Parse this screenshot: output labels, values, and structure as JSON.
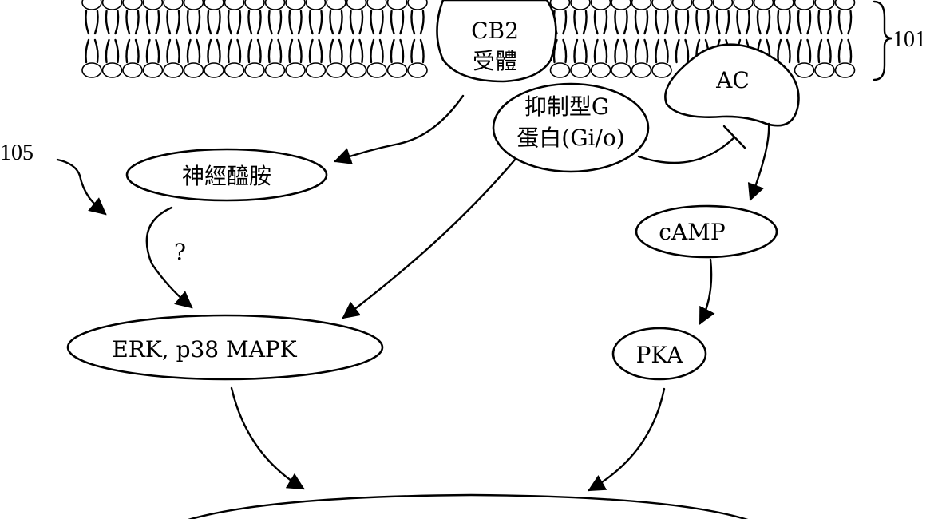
{
  "labels": {
    "cb2_receptor": {
      "line1": "CB2",
      "line2": "受體"
    },
    "gi_protein": {
      "line1": "抑制型G",
      "line2": "蛋白(Gi/o)"
    },
    "ac": "AC",
    "neuromodulin": "神經醯胺",
    "question": "?",
    "erk_p38": "ERK, p38 MAPK",
    "camp": "cAMP",
    "pka": "PKA"
  },
  "refs": {
    "membrane_ref": "101",
    "pathway_ref": "105"
  }
}
